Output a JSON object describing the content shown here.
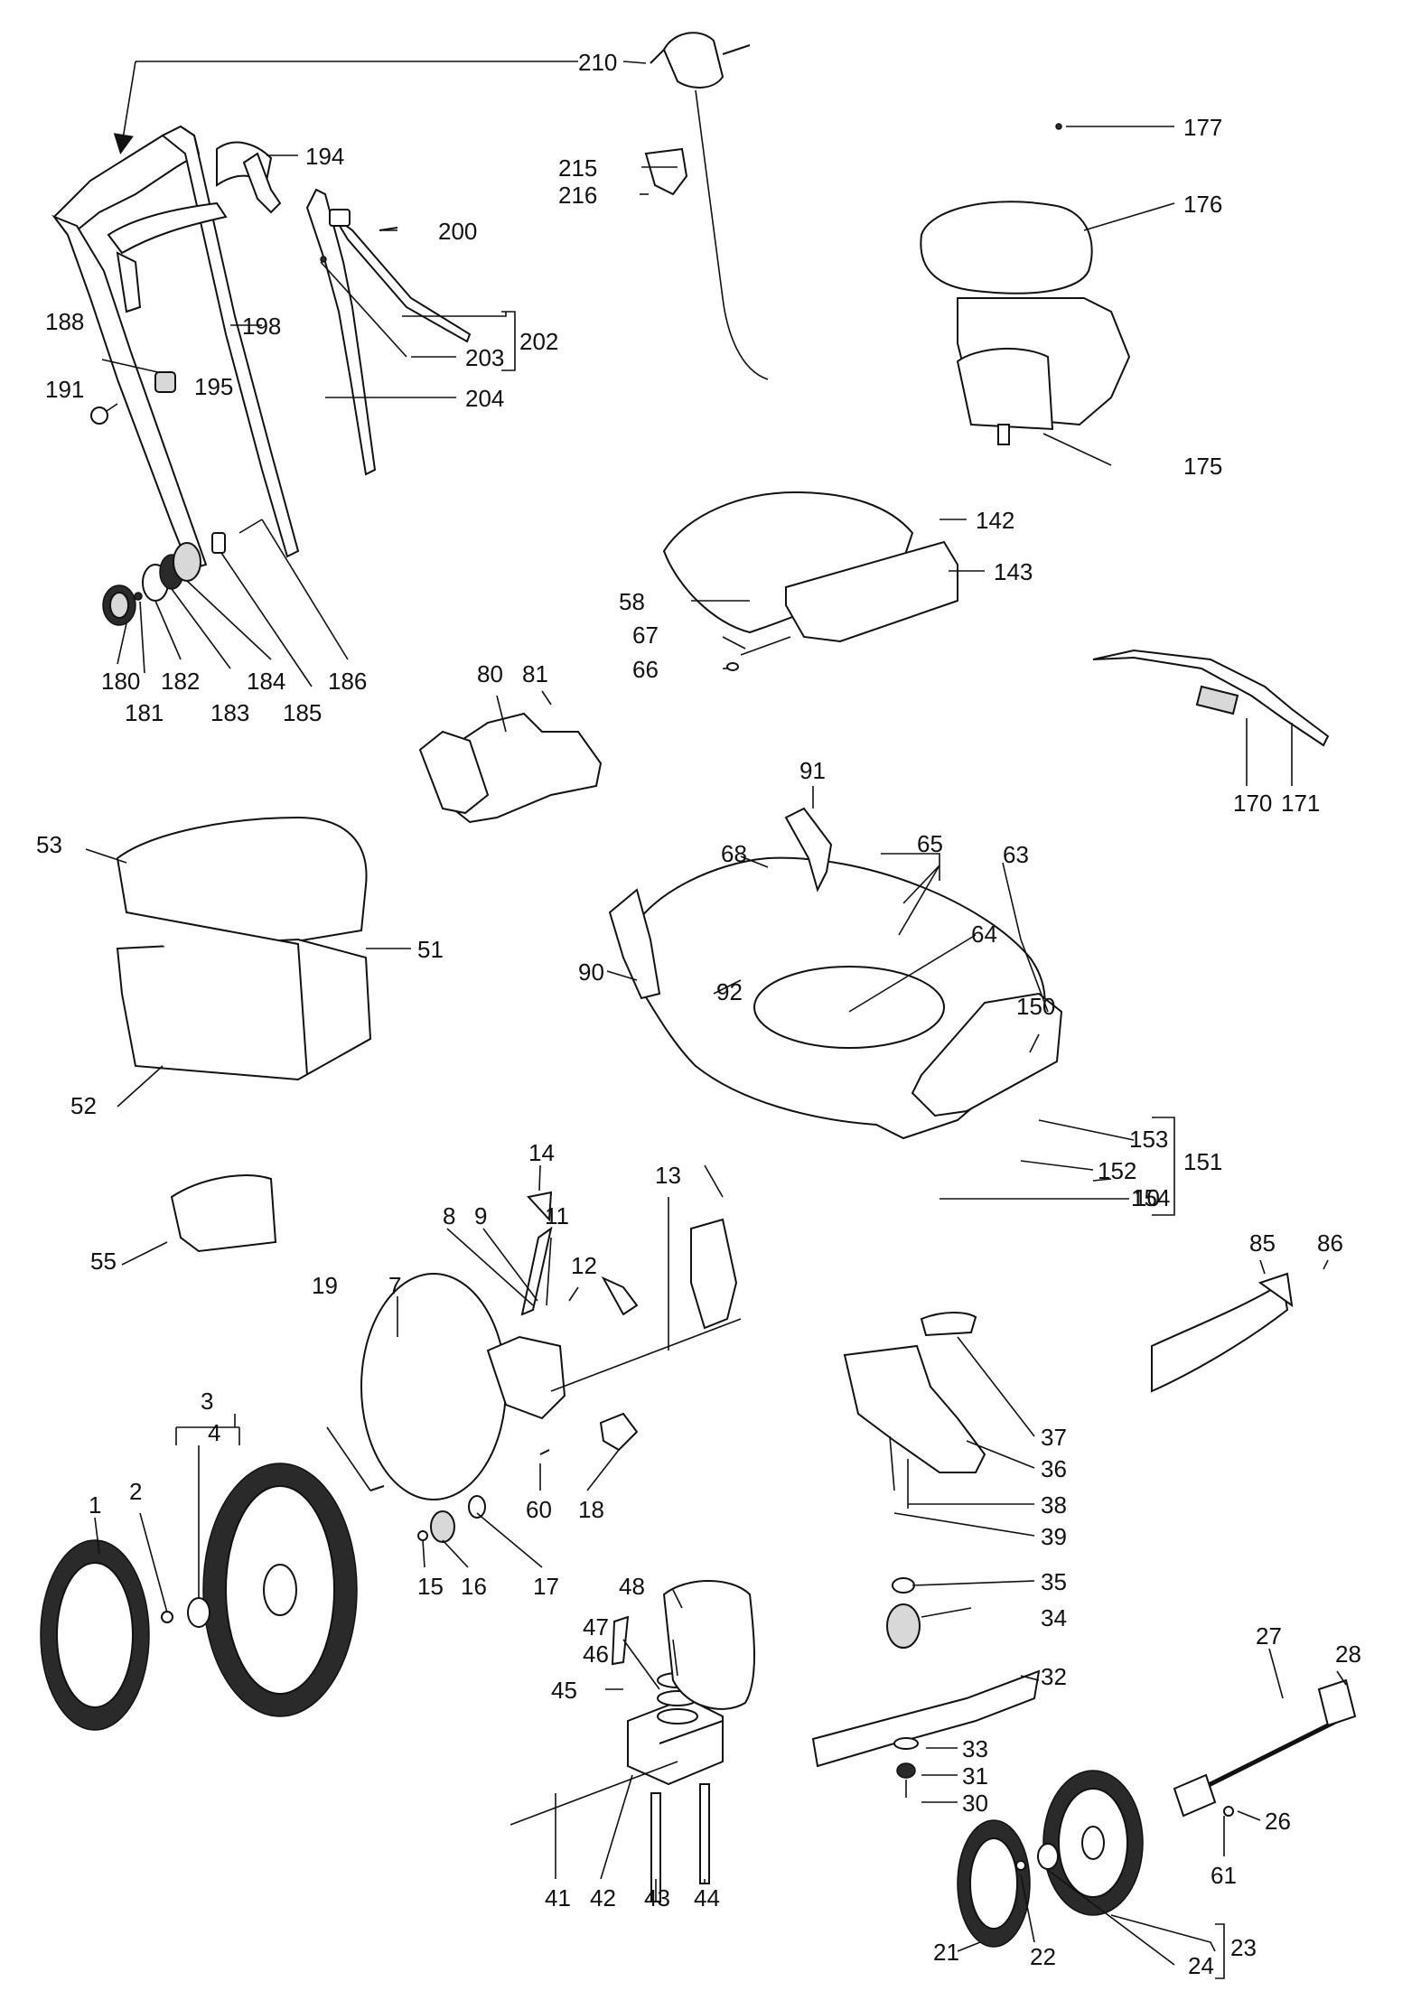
{
  "diagram": {
    "callouts": [
      "210",
      "177",
      "194",
      "215",
      "216",
      "176",
      "200",
      "202",
      "203",
      "198",
      "188",
      "191",
      "195",
      "204",
      "175",
      "142",
      "143",
      "58",
      "67",
      "66",
      "180",
      "181",
      "182",
      "183",
      "184",
      "185",
      "186",
      "80",
      "81",
      "91",
      "170",
      "171",
      "65",
      "68",
      "63",
      "53",
      "51",
      "64",
      "90",
      "92",
      "150",
      "52",
      "153",
      "151",
      "152",
      "154",
      "10",
      "14",
      "13",
      "8",
      "9",
      "11",
      "55",
      "12",
      "85",
      "86",
      "19",
      "7",
      "3",
      "4",
      "37",
      "36",
      "60",
      "18",
      "38",
      "39",
      "1",
      "2",
      "15",
      "16",
      "17",
      "35",
      "48",
      "47",
      "34",
      "46",
      "32",
      "45",
      "27",
      "28",
      "33",
      "31",
      "30",
      "26",
      "61",
      "41",
      "42",
      "43",
      "44",
      "23",
      "21",
      "22",
      "24"
    ]
  }
}
